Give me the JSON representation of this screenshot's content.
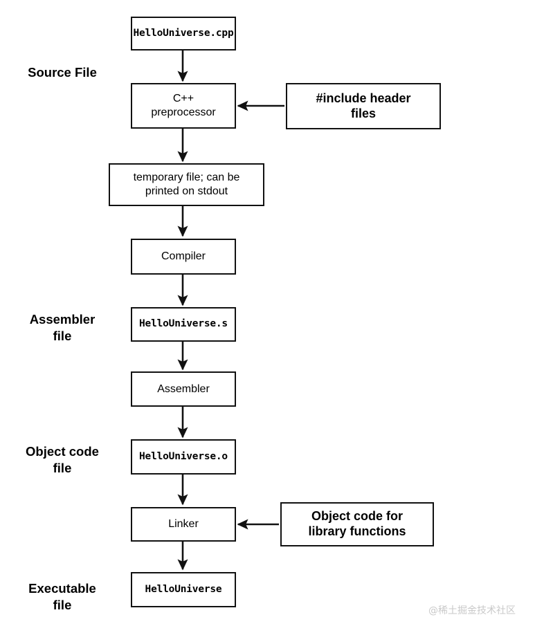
{
  "diagram": {
    "title": "C++ compilation pipeline",
    "colors": {
      "stroke": "#111111",
      "background": "#ffffff",
      "text": "#000000",
      "watermark": "#c9c9c9"
    },
    "stage_labels": [
      {
        "id": "source-file",
        "lines": [
          "Source File"
        ]
      },
      {
        "id": "assembler-file",
        "lines": [
          "Assembler",
          "file"
        ]
      },
      {
        "id": "object-code-file",
        "lines": [
          "Object code",
          "file"
        ]
      },
      {
        "id": "executable-file",
        "lines": [
          "Executable",
          "file"
        ]
      }
    ],
    "nodes": [
      {
        "id": "hellouniverse-cpp",
        "lines": [
          "HelloUniverse.cpp"
        ],
        "style": "mono"
      },
      {
        "id": "cpp-preprocessor",
        "lines": [
          "C++",
          "preprocessor"
        ],
        "style": "plain"
      },
      {
        "id": "include-header-files",
        "lines": [
          "#include header",
          "files"
        ],
        "style": "strong"
      },
      {
        "id": "temporary-file",
        "lines": [
          "temporary file; can be",
          "printed on stdout"
        ],
        "style": "plain"
      },
      {
        "id": "compiler",
        "lines": [
          "Compiler"
        ],
        "style": "plain"
      },
      {
        "id": "hellouniverse-s",
        "lines": [
          "HelloUniverse.s"
        ],
        "style": "mono"
      },
      {
        "id": "assembler",
        "lines": [
          "Assembler"
        ],
        "style": "plain"
      },
      {
        "id": "hellouniverse-o",
        "lines": [
          "HelloUniverse.o"
        ],
        "style": "mono"
      },
      {
        "id": "linker",
        "lines": [
          "Linker"
        ],
        "style": "plain"
      },
      {
        "id": "object-code-library",
        "lines": [
          "Object code for",
          "library functions"
        ],
        "style": "strong"
      },
      {
        "id": "hellouniverse-exe",
        "lines": [
          "HelloUniverse"
        ],
        "style": "mono"
      }
    ],
    "flow_order": [
      "HelloUniverse.cpp",
      "C++ preprocessor",
      "temporary file; can be printed on stdout",
      "Compiler",
      "HelloUniverse.s",
      "Assembler",
      "HelloUniverse.o",
      "Linker",
      "HelloUniverse"
    ],
    "side_inputs": [
      {
        "from": "#include header files",
        "to": "C++ preprocessor"
      },
      {
        "from": "Object code for library functions",
        "to": "Linker"
      }
    ],
    "watermark": "@稀土掘金技术社区"
  }
}
